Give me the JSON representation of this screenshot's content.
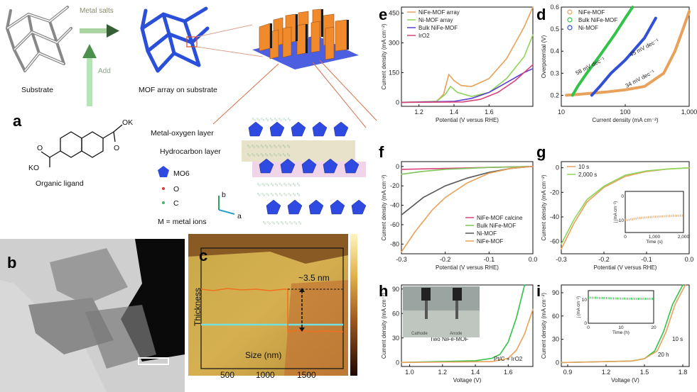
{
  "panel_letters": {
    "a": "a",
    "b": "b",
    "c": "c",
    "d": "d",
    "e": "e",
    "f": "f",
    "g": "g",
    "h": "h",
    "i": "i"
  },
  "schematic": {
    "metal_salts": "Metal salts",
    "add": "Add",
    "substrate": "Substrate",
    "mof_array": "MOF array on substrate",
    "organic_ligand": "Organic ligand",
    "layer_metal": "Metal-oxygen layer",
    "layer_hydro": "Hydrocarbon layer",
    "key_mo6": "MO6",
    "key_o": "O",
    "key_c": "C",
    "key_m": "M = metal ions",
    "axis_b": "b",
    "axis_a": "a",
    "ligand_k1": "KO",
    "ligand_k2": "OK",
    "ligand_o1": "O",
    "ligand_o2": "O"
  },
  "colors": {
    "orange": "#e8a15a",
    "green": "#33c24a",
    "purple": "#5b3fd6",
    "pink": "#d9447a",
    "gray": "#555555",
    "lightgreen": "#b6e38a",
    "blue": "#3050d8"
  },
  "panel_c": {
    "annotation": "~3.5 nm",
    "ylabel": "Thickness",
    "xlabel": "Size (nm)",
    "xticks": [
      "500",
      "1000",
      "1500"
    ]
  },
  "chart_data": [
    {
      "id": "e",
      "type": "line",
      "xlabel": "Potential (V versus RHE)",
      "ylabel": "Current density (mA cm⁻²)",
      "xlim": [
        1.1,
        1.85
      ],
      "ylim": [
        -20,
        480
      ],
      "xticks": [
        "1.2",
        "1.4",
        "1.6"
      ],
      "yticks": [
        "0",
        "150",
        "300",
        "450"
      ],
      "series": [
        {
          "name": "NiFe-MOF array",
          "color": "#e8a15a",
          "x": [
            1.1,
            1.3,
            1.34,
            1.37,
            1.4,
            1.44,
            1.5,
            1.6,
            1.7,
            1.8,
            1.85
          ],
          "y": [
            0,
            5,
            40,
            140,
            110,
            85,
            80,
            120,
            220,
            380,
            480
          ]
        },
        {
          "name": "Ni-MOF array",
          "color": "#8fd45a",
          "x": [
            1.1,
            1.3,
            1.35,
            1.38,
            1.42,
            1.5,
            1.6,
            1.7,
            1.8,
            1.85
          ],
          "y": [
            0,
            5,
            40,
            80,
            50,
            30,
            50,
            120,
            230,
            340
          ]
        },
        {
          "name": "Bulk NiFe-MOF",
          "color": "#5b3fd6",
          "x": [
            1.1,
            1.4,
            1.5,
            1.6,
            1.7,
            1.8,
            1.85
          ],
          "y": [
            0,
            5,
            20,
            50,
            100,
            150,
            170
          ]
        },
        {
          "name": "IrO2",
          "color": "#d9447a",
          "x": [
            1.1,
            1.45,
            1.55,
            1.65,
            1.75,
            1.85
          ],
          "y": [
            0,
            2,
            15,
            50,
            110,
            190
          ]
        }
      ]
    },
    {
      "id": "d",
      "type": "line",
      "xlabel": "Current density (mA cm⁻²)",
      "ylabel": "Overpotential (V)",
      "xscale": "log",
      "xlim": [
        10,
        1000
      ],
      "ylim": [
        0.15,
        0.6
      ],
      "xticks": [
        "10",
        "100",
        "1,000"
      ],
      "yticks": [
        "0.2",
        "0.3",
        "0.4",
        "0.5",
        "0.6"
      ],
      "series": [
        {
          "name": "NiFe-MOF",
          "color": "#e8a15a",
          "x": [
            12,
            20,
            50,
            100,
            200,
            400,
            600,
            800,
            1000
          ],
          "y": [
            0.2,
            0.205,
            0.215,
            0.225,
            0.24,
            0.3,
            0.4,
            0.5,
            0.58
          ]
        },
        {
          "name": "Bulk NiFe-MOF",
          "color": "#33c24a",
          "x": [
            15,
            18,
            25,
            40,
            70,
            100,
            130
          ],
          "y": [
            0.2,
            0.24,
            0.3,
            0.38,
            0.48,
            0.55,
            0.6
          ]
        },
        {
          "name": "Ni-MOF",
          "color": "#3050d8",
          "x": [
            30,
            40,
            60,
            100,
            200,
            300
          ],
          "y": [
            0.2,
            0.24,
            0.3,
            0.36,
            0.46,
            0.55
          ]
        }
      ],
      "annotations": [
        "58 mV dec⁻¹",
        "45 mV dec⁻¹",
        "34 mV dec⁻¹"
      ]
    },
    {
      "id": "f",
      "type": "line",
      "xlabel": "Potential (V versus RHE)",
      "ylabel": "Current density (mA cm⁻²)",
      "xlim": [
        -0.3,
        0
      ],
      "ylim": [
        -90,
        5
      ],
      "xticks": [
        "-0.3",
        "-0.2",
        "-0.1",
        "0.0"
      ],
      "yticks": [
        "0",
        "-20",
        "-40",
        "-60",
        "-80"
      ],
      "series": [
        {
          "name": "NiFe-MOF calcine",
          "color": "#d9447a",
          "x": [
            -0.3,
            -0.2,
            -0.1,
            0
          ],
          "y": [
            -3,
            -2,
            -1,
            0
          ]
        },
        {
          "name": "Bulk NiFe-MOF",
          "color": "#7fc45a",
          "x": [
            -0.3,
            -0.25,
            -0.2,
            -0.15,
            -0.1,
            -0.05,
            0
          ],
          "y": [
            -8,
            -5,
            -3,
            -2,
            -1,
            -0.5,
            0
          ]
        },
        {
          "name": "Ni-MOF",
          "color": "#555555",
          "x": [
            -0.3,
            -0.25,
            -0.2,
            -0.15,
            -0.1,
            -0.05,
            0
          ],
          "y": [
            -50,
            -32,
            -20,
            -12,
            -6,
            -2,
            0
          ]
        },
        {
          "name": "NiFe-MOF",
          "color": "#e8a15a",
          "x": [
            -0.3,
            -0.27,
            -0.23,
            -0.2,
            -0.15,
            -0.1,
            -0.05,
            0
          ],
          "y": [
            -88,
            -68,
            -45,
            -32,
            -17,
            -7,
            -2,
            0
          ]
        }
      ]
    },
    {
      "id": "g",
      "type": "line",
      "xlabel": "Potential (V versus RHE)",
      "ylabel": "Current density (mA cm⁻²)",
      "xlim": [
        -0.3,
        0
      ],
      "ylim": [
        -70,
        5
      ],
      "xticks": [
        "-0.3",
        "-0.2",
        "-0.1",
        "0.0"
      ],
      "yticks": [
        "0",
        "-20",
        "-40",
        "-60"
      ],
      "series": [
        {
          "name": "10 s",
          "color": "#e8a15a",
          "x": [
            -0.3,
            -0.27,
            -0.24,
            -0.2,
            -0.15,
            -0.1,
            -0.05,
            0
          ],
          "y": [
            -66,
            -45,
            -28,
            -16,
            -7,
            -3,
            -1,
            0
          ]
        },
        {
          "name": "2,000 s",
          "color": "#8fd45a",
          "x": [
            -0.3,
            -0.27,
            -0.24,
            -0.2,
            -0.15,
            -0.1,
            -0.05,
            0
          ],
          "y": [
            -62,
            -42,
            -26,
            -15,
            -6,
            -2.5,
            -1,
            0
          ]
        }
      ],
      "inset": {
        "xlabel": "Time (s)",
        "ylabel": "j (mA cm⁻²)",
        "xticks": [
          "0",
          "1,000",
          "2,000"
        ],
        "yticks": [
          "0",
          "-10"
        ],
        "ylim": [
          -15,
          2
        ],
        "xlim": [
          0,
          2000
        ],
        "y": [
          -10,
          -9,
          -8.5,
          -8.2,
          -8
        ]
      }
    },
    {
      "id": "h",
      "type": "line",
      "xlabel": "Voltage (V)",
      "ylabel": "Current density (mA cm⁻²)",
      "xlim": [
        0.95,
        1.75
      ],
      "ylim": [
        -5,
        95
      ],
      "xticks": [
        "1.0",
        "1.2",
        "1.4",
        "1.6"
      ],
      "yticks": [
        "0",
        "30",
        "60",
        "90"
      ],
      "series": [
        {
          "name": "Two NiFe-MOF",
          "color": "#33c24a",
          "x": [
            0.95,
            1.4,
            1.5,
            1.55,
            1.6,
            1.65,
            1.7
          ],
          "y": [
            0,
            2,
            5,
            10,
            25,
            55,
            95
          ]
        },
        {
          "name": "Pt/C + IrO2",
          "color": "#e8a15a",
          "x": [
            0.95,
            1.5,
            1.6,
            1.65,
            1.7,
            1.75
          ],
          "y": [
            0,
            1,
            5,
            15,
            35,
            65
          ]
        }
      ]
    },
    {
      "id": "i",
      "type": "line",
      "xlabel": "Voltage (V)",
      "ylabel": "Current density (mA cm⁻²)",
      "xlim": [
        0.85,
        1.85
      ],
      "ylim": [
        -5,
        100
      ],
      "xticks": [
        "0.9",
        "1.2",
        "1.5",
        "1.8"
      ],
      "yticks": [
        "0",
        "30",
        "60",
        "90"
      ],
      "series": [
        {
          "name": "10 s",
          "color": "#33c24a",
          "x": [
            0.85,
            1.4,
            1.5,
            1.58,
            1.65,
            1.72,
            1.8
          ],
          "y": [
            0,
            2,
            5,
            15,
            40,
            75,
            100
          ]
        },
        {
          "name": "20 h",
          "color": "#e8a15a",
          "x": [
            0.85,
            1.4,
            1.5,
            1.6,
            1.67,
            1.74,
            1.82
          ],
          "y": [
            0,
            2,
            5,
            15,
            40,
            75,
            100
          ]
        }
      ],
      "inset": {
        "xlabel": "Time (h)",
        "ylabel": "j (mA cm⁻²)",
        "xticks": [
          "0",
          "10",
          "20"
        ],
        "yticks": [
          "0",
          "10"
        ],
        "ylim": [
          0,
          14
        ],
        "xlim": [
          0,
          20
        ],
        "y": [
          11,
          10.8,
          10.6,
          10.5,
          10.5
        ]
      }
    }
  ],
  "photo_labels": {
    "h_left": "Cathode",
    "h_right": "Anode"
  }
}
